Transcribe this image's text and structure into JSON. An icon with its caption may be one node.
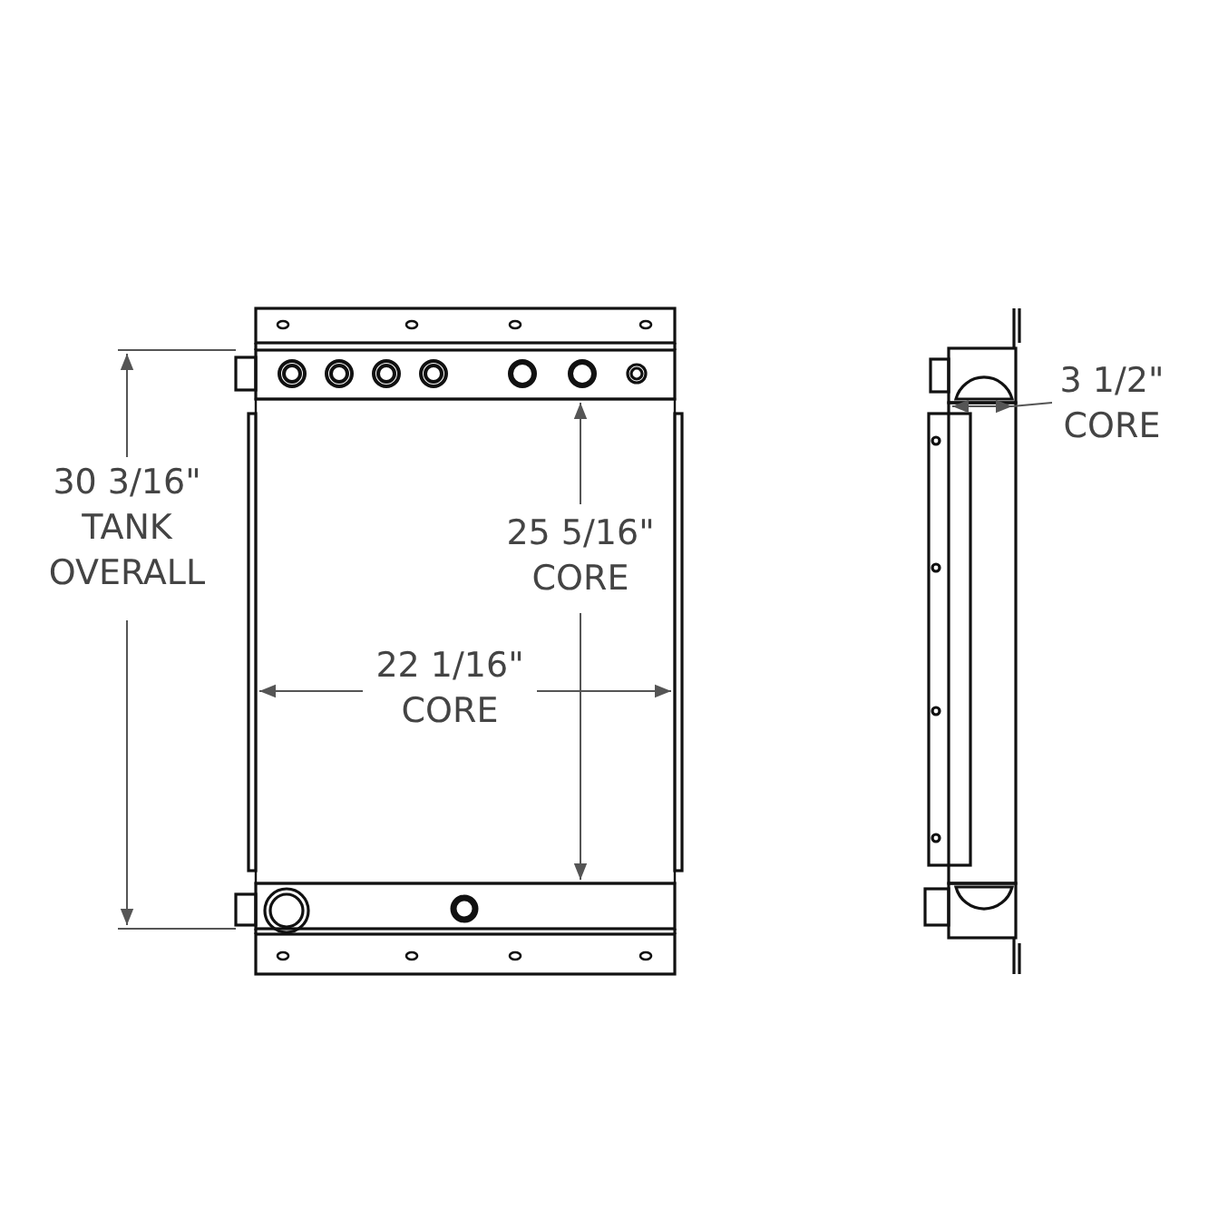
{
  "diagram": {
    "labels": [
      "30 3/16\" TANK OVERALL",
      "25 5/16\" CORE",
      "22 1/16\" CORE",
      "3 1/2\" CORE"
    ]
  }
}
